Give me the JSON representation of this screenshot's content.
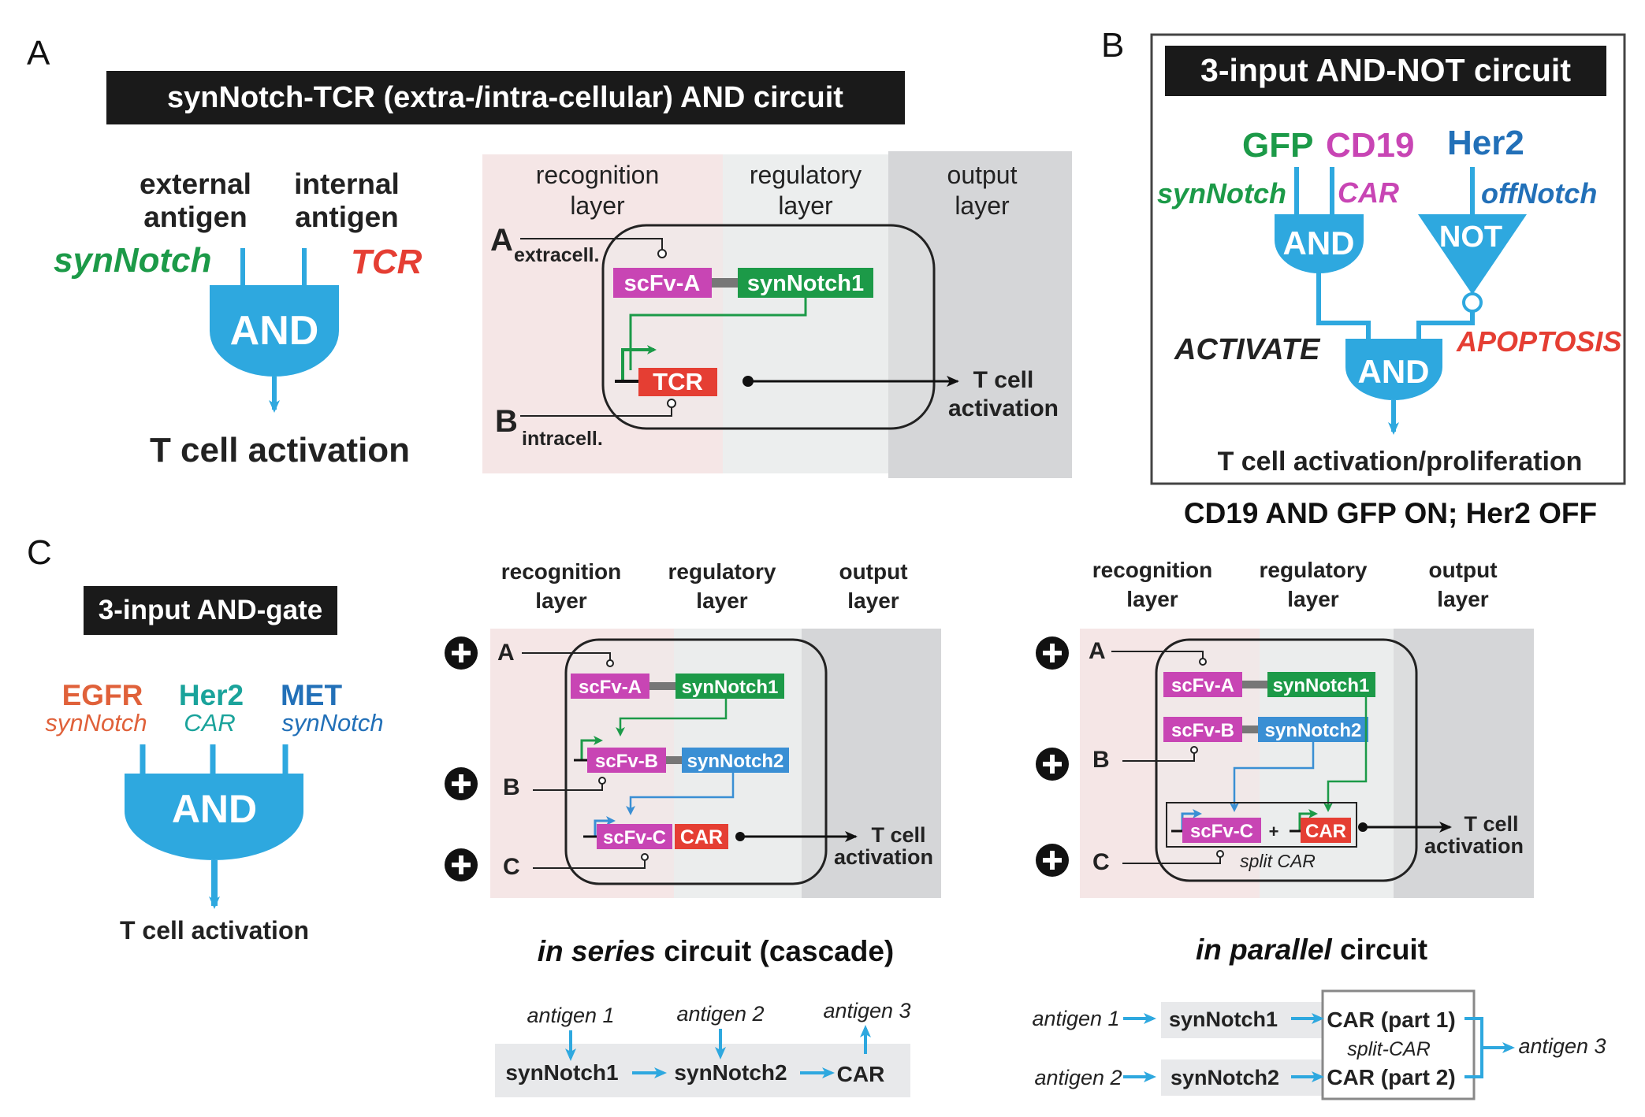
{
  "colors": {
    "gate": "#2ea8df",
    "green": "#1c9a48",
    "red": "#e53e33",
    "magenta": "#c845b4",
    "blue": "#3a8fd4",
    "orange": "#e0613a",
    "teal": "#1aa39b",
    "navy": "#2270b8",
    "recog_bg": "#f5e6e6",
    "reg_bg": "#eceeee",
    "out_bg": "#d5d6d8",
    "flow_bg": "#e8e9eb"
  },
  "panel_a": {
    "letter": "A",
    "title": "synNotch-TCR (extra-/intra-cellular) AND circuit",
    "gate": {
      "input1_line1": "external",
      "input1_line2": "antigen",
      "input1_receptor": "synNotch",
      "input2_line1": "internal",
      "input2_line2": "antigen",
      "input2_receptor": "TCR",
      "label": "AND",
      "output": "T cell activation"
    },
    "circuit": {
      "layers": [
        "recognition",
        "layer",
        "regulatory",
        "layer",
        "output",
        "layer"
      ],
      "input_a": "A",
      "input_a_sub": "extracell.",
      "input_b": "B",
      "input_b_sub": "intracell.",
      "scfv": "scFv-A",
      "notch": "synNotch1",
      "tcr": "TCR",
      "output_line1": "T cell",
      "output_line2": "activation"
    }
  },
  "panel_b": {
    "letter": "B",
    "title": "3-input AND-NOT circuit",
    "gfp": "GFP",
    "cd19": "CD19",
    "her2": "Her2",
    "synnotch": "synNotch",
    "car": "CAR",
    "offnotch": "offNotch",
    "and1": "AND",
    "not": "NOT",
    "and2": "AND",
    "activate": "ACTIVATE",
    "apoptosis": "APOPTOSIS",
    "output": "T cell activation/proliferation",
    "caption": "CD19 AND GFP ON; Her2 OFF"
  },
  "panel_c": {
    "letter": "C",
    "title": "3-input AND-gate",
    "gate": {
      "in1": "EGFR",
      "in1_rec": "synNotch",
      "in2": "Her2",
      "in2_rec": "CAR",
      "in3": "MET",
      "in3_rec": "synNotch",
      "label": "AND",
      "output": "T cell activation"
    },
    "series": {
      "layers": [
        "recognition",
        "layer",
        "regulatory",
        "layer",
        "output",
        "layer"
      ],
      "a": "A",
      "b": "B",
      "c": "C",
      "scfv_a": "scFv-A",
      "notch1": "synNotch1",
      "scfv_b": "scFv-B",
      "notch2": "synNotch2",
      "scfv_c": "scFv-C",
      "car": "CAR",
      "output_line1": "T cell",
      "output_line2": "activation",
      "caption_italic": "in series",
      "caption_rest": " circuit (cascade)",
      "flow": {
        "antigen1": "antigen 1",
        "antigen2": "antigen 2",
        "antigen3": "antigen 3",
        "n1": "synNotch1",
        "n2": "synNotch2",
        "car": "CAR"
      }
    },
    "parallel": {
      "layers": [
        "recognition",
        "layer",
        "regulatory",
        "layer",
        "output",
        "layer"
      ],
      "a": "A",
      "b": "B",
      "c": "C",
      "scfv_a": "scFv-A",
      "notch1": "synNotch1",
      "scfv_b": "scFv-B",
      "notch2": "synNotch2",
      "scfv_c": "scFv-C",
      "plus": "+",
      "car": "CAR",
      "split": "split CAR",
      "output_line1": "T cell",
      "output_line2": "activation",
      "caption_italic": "in parallel",
      "caption_rest": " circuit",
      "flow": {
        "antigen1": "antigen 1",
        "antigen2": "antigen 2",
        "antigen3": "antigen 3",
        "n1": "synNotch1",
        "n2": "synNotch2",
        "car1": "CAR (part 1)",
        "car2": "CAR (part 2)",
        "split": "split-CAR"
      }
    }
  }
}
